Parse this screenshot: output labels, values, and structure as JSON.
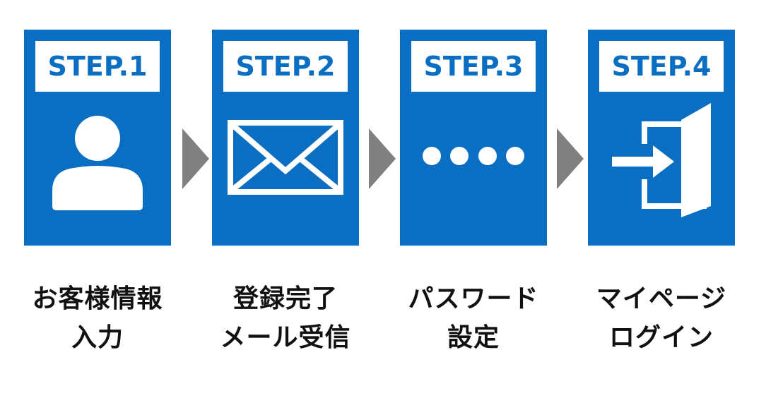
{
  "steps": [
    {
      "badge": "STEP.1",
      "icon": "person-icon",
      "caption_line1": "お客様情報",
      "caption_line2": "入力"
    },
    {
      "badge": "STEP.2",
      "icon": "envelope-icon",
      "caption_line1": "登録完了",
      "caption_line2": "メール受信"
    },
    {
      "badge": "STEP.3",
      "icon": "password-dots-icon",
      "caption_line1": "パスワード",
      "caption_line2": "設定"
    },
    {
      "badge": "STEP.4",
      "icon": "login-door-icon",
      "caption_line1": "マイページ",
      "caption_line2": "ログイン"
    }
  ],
  "colors": {
    "card": "#0A6FC2",
    "arrow": "#808080",
    "text": "#111111"
  }
}
